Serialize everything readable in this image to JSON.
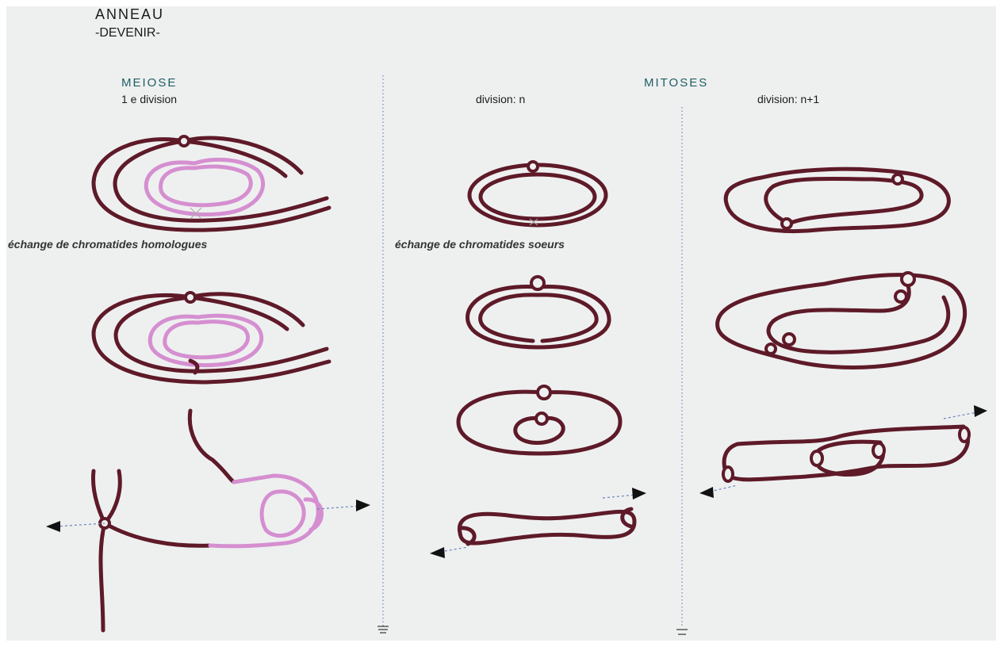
{
  "title": {
    "line1": "ANNEAU",
    "line2": "-DEVENIR-"
  },
  "meiose": {
    "heading": "MEIOSE",
    "subheading": "1 e division"
  },
  "mitoses": {
    "heading": "MITOSES",
    "col_n": "division: n",
    "col_n1": "division: n+1"
  },
  "captions": {
    "homologues": "échange de chromatides homologues",
    "soeurs": "échange de chromatides soeurs"
  },
  "colors": {
    "chromatid": "#5e1a28",
    "homologue": "#d58fd0",
    "divider": "#6a86b8",
    "heading": "#1f5d63"
  }
}
